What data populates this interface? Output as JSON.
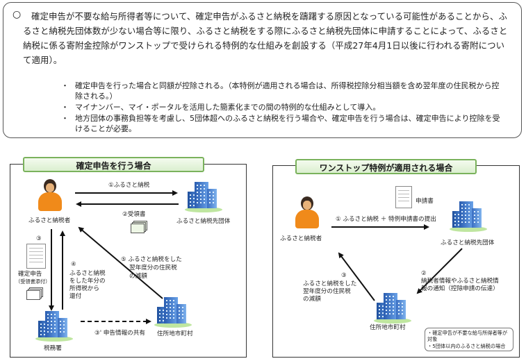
{
  "top": {
    "mark": "○",
    "paragraph": "確定申告が不要な給与所得者等について、確定申告がふるさと納税を躊躇する原因となっている可能性があることから、ふるさと納税先団体数が少ない場合等に限り、ふるさと納税をする際にふるさと納税先団体に申請することによって、ふるさと納税に係る寄附金控除がワンストップで受けられる特例的な仕組みを創設する（平成27年4月1日以後に行われる寄附について適用）。",
    "bullets": [
      {
        "dot": "・",
        "text": "確定申告を行った場合と同額が控除される。（本特例が適用される場合は、所得税控除分相当額を含め翌年度の住民税から控除される。）"
      },
      {
        "dot": "・",
        "text": "マイナンバー、マイ・ポータルを活用した簡素化までの間の特例的な仕組みとして導入。"
      },
      {
        "dot": "・",
        "text": "地方団体の事務負担等を考慮し、5団体超へのふるさと納税を行う場合や、確定申告を行う場合は、確定申告により控除を受けることが必要。"
      }
    ]
  },
  "left": {
    "title": "確定申告を行う場合",
    "taxpayer": "ふるさと納税者",
    "furusato_org": "ふるさと納税先団体",
    "tax_office": "税務署",
    "municipality": "住所地市町村",
    "step1": "①ふるさと納税",
    "step2": "②受領書",
    "step3_num": "③",
    "step3_line1": "確定申告",
    "step3_line2": "（受領書添付）",
    "step3p": "③' 申告情報の共有",
    "step4_num": "④",
    "step4_lines": [
      "ふるさと納税",
      "をした年分の",
      "所得税から",
      "還付"
    ],
    "step5_lines": [
      "⑤  ふるさと納税をした",
      "翌年度分の住民税",
      "の減額"
    ]
  },
  "right": {
    "title": "ワンストップ特例が適用される場合",
    "taxpayer": "ふるさと納税者",
    "furusato_org": "ふるさと納税先団体",
    "municipality": "住所地市町村",
    "application": "申請書",
    "step1": "①  ふるさと納税 ＋  特例申請書の提出",
    "step2_num": "②",
    "step2_lines": [
      "納税者情報やふるさと納税情",
      "報の通知（控除申請の伝達）"
    ],
    "step3_num": "③",
    "step3_lines": [
      "ふるさと納税をした",
      "翌年度分の住民税",
      "の減額"
    ],
    "note_lines": [
      "・確定申告が不要な給与所得者等が",
      "  対象",
      "・5団体以内のふるさと納税の場合"
    ]
  },
  "colors": {
    "panel_title_border": "#7ab25c",
    "person": "#f08a1a",
    "building": "#2a5db0"
  }
}
